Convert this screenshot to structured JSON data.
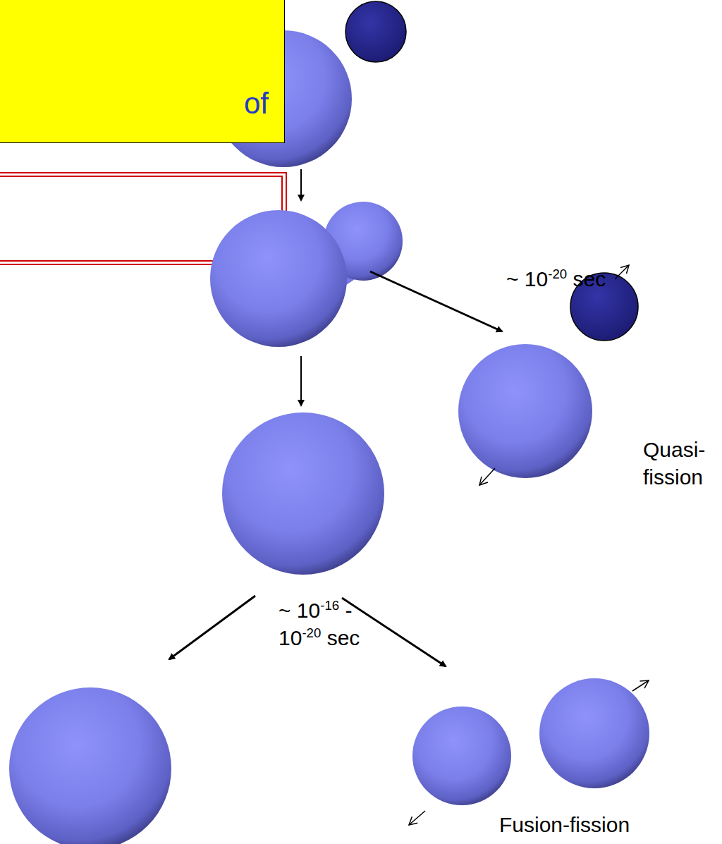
{
  "diagram": {
    "nodes": [
      {
        "text": [
          "of"
        ]
      }
    ],
    "labels": [
      "~ 10",
      "-20",
      "sec",
      "~ 10",
      "-16",
      "-",
      "10",
      "-20",
      "sec",
      "Quasi- fission",
      "Fusion-fission"
    ]
  }
}
